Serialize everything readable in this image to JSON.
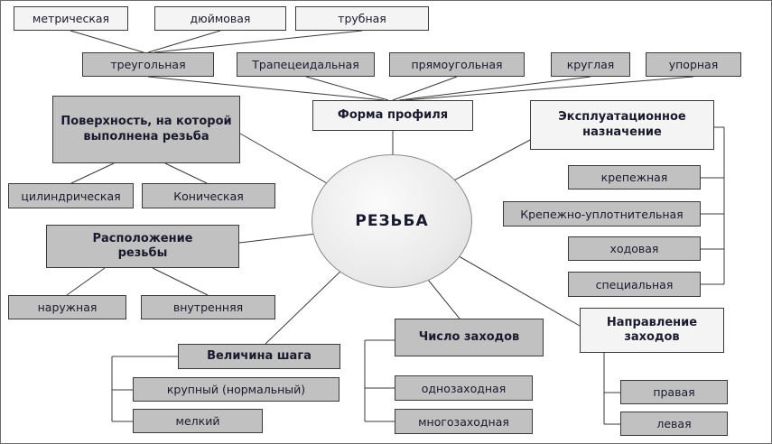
{
  "center_label": "РЕЗЬБА",
  "nodes": {
    "metric": "метрическая",
    "inch": "дюймовая",
    "pipe": "трубная",
    "triangular": "треугольная",
    "trapezoidal": "Трапецеидальная",
    "rectangular": "прямоугольная",
    "round": "круглая",
    "thrust": "упорная",
    "profile_shape": "Форма профиля",
    "surface": "Поверхность, на которой выполнена резьба",
    "operational_purpose": "Эксплуатационное назначение",
    "cylindrical": "цилиндрическая",
    "conical": "Коническая",
    "fastening": "крепежная",
    "fastening_sealing": "Крепежно-уплотнительная",
    "lead_screw": "ходовая",
    "special": "специальная",
    "location": "Расположение резьбы",
    "external": "наружная",
    "internal": "внутренняя",
    "pitch_size": "Величина шага",
    "coarse": "крупный (нормальный)",
    "fine": "мелкий",
    "starts_count": "Число заходов",
    "single_start": "однозаходная",
    "multi_start": "многозаходная",
    "starts_direction": "Направление заходов",
    "right_hand": "правая",
    "left_hand": "левая"
  },
  "colors": {
    "light_box": "#f4f4f4",
    "gray_box": "#c1c1c1",
    "box_border": "#3a3a3a",
    "connector": "#3a3a3a",
    "text": "#1a1a2e",
    "ellipse_fill": "#e9e9e9",
    "ellipse_border": "#8a8a8a"
  }
}
